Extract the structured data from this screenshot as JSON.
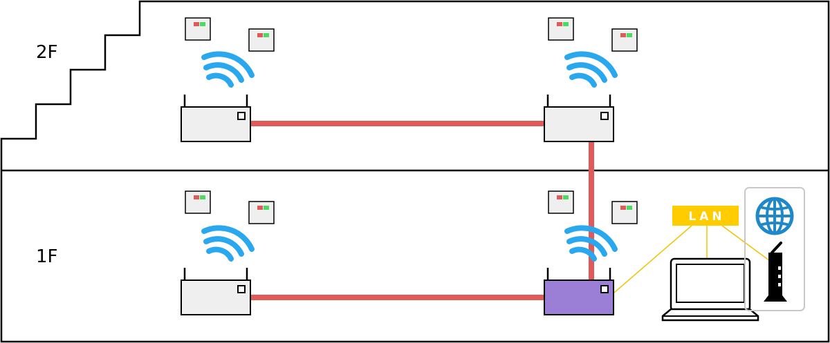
{
  "floors": {
    "upper_label": "2F",
    "lower_label": "1F"
  },
  "lan_badge": {
    "label": "LAN"
  },
  "colors": {
    "cable": "#e05a5a",
    "wifi": "#29a8f0",
    "router_body": "#efefef",
    "main_router_body": "#9b7fd6",
    "lan_badge": "#ffcc00",
    "lan_line": "#f2c200",
    "globe": "#1e88c8",
    "led_red": "#e05a5a",
    "led_green": "#4cd964"
  },
  "icons": {
    "access_point": "router-icon",
    "main_router": "router-icon",
    "wireless_signal": "wifi-signal-icon",
    "client_device": "client-device-icon",
    "internet": "globe-icon",
    "laptop": "laptop-icon",
    "modem": "modem-icon"
  }
}
